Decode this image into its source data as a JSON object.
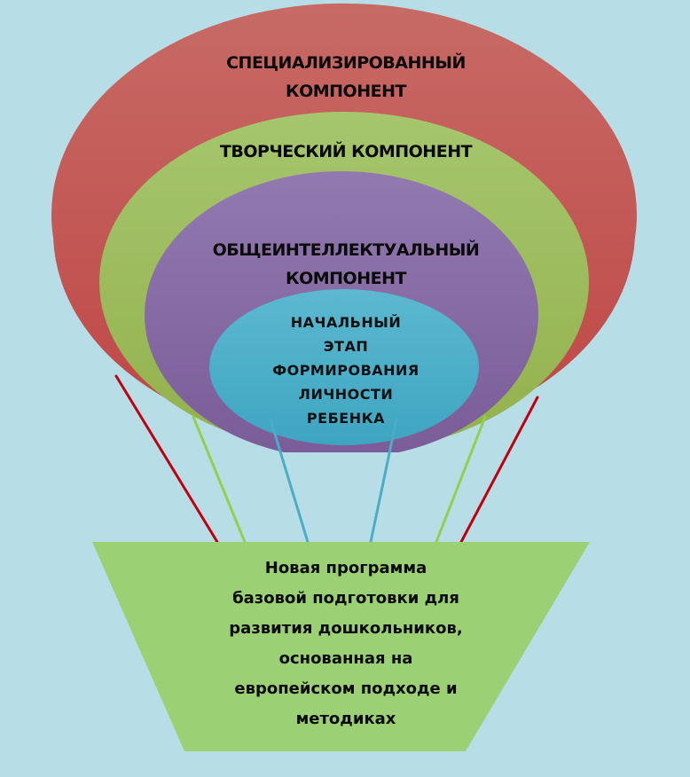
{
  "diagram": {
    "type": "hot-air-balloon",
    "balloon_layers": [
      {
        "id": "specialized",
        "lines": [
          "СПЕЦИАЛИЗИРОВАННЫЙ",
          "КОМПОНЕНТ"
        ],
        "color": "#c0504d"
      },
      {
        "id": "creative",
        "lines": [
          "ТВОРЧЕСКИЙ КОМПОНЕНТ"
        ],
        "color": "#9bbb59"
      },
      {
        "id": "general-intellectual",
        "lines": [
          "ОБЩЕИНТЕЛЛЕКТУАЛЬНЫЙ",
          "КОМПОНЕНТ"
        ],
        "color": "#8064a2"
      },
      {
        "id": "initial-stage",
        "lines": [
          "НАЧАЛЬНЫЙ",
          "ЭТАП",
          "ФОРМИРОВАНИЯ",
          "ЛИЧНОСТИ",
          "РЕБЕНКА"
        ],
        "color": "#4bacc6"
      }
    ],
    "ropes": [
      {
        "color": "#c0000e"
      },
      {
        "color": "#92d050"
      },
      {
        "color": "#4bacc6"
      },
      {
        "color": "#4bacc6"
      },
      {
        "color": "#92d050"
      },
      {
        "color": "#c0000e"
      }
    ],
    "basket": {
      "lines": [
        "Новая программа",
        "базовой подготовки для",
        "развития дошкольников,",
        "основанная на",
        "европейском подходе и",
        "методиках"
      ],
      "color": "#9bd174"
    },
    "background": "#b7dee6"
  }
}
